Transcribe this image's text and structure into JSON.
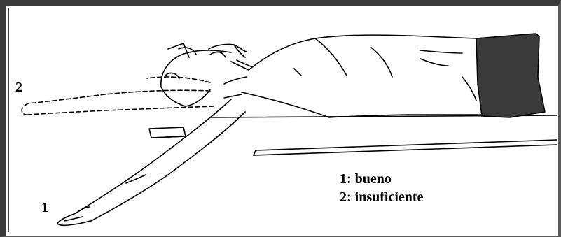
{
  "labels": {
    "position_2": "2",
    "position_1": "1"
  },
  "legend": {
    "item_1": "1: bueno",
    "item_2": "2: insuficiente"
  },
  "colors": {
    "ink": "#000000",
    "frame": "#3a3a3a",
    "cloth": "#3a3a3a",
    "background": "#ffffff"
  }
}
